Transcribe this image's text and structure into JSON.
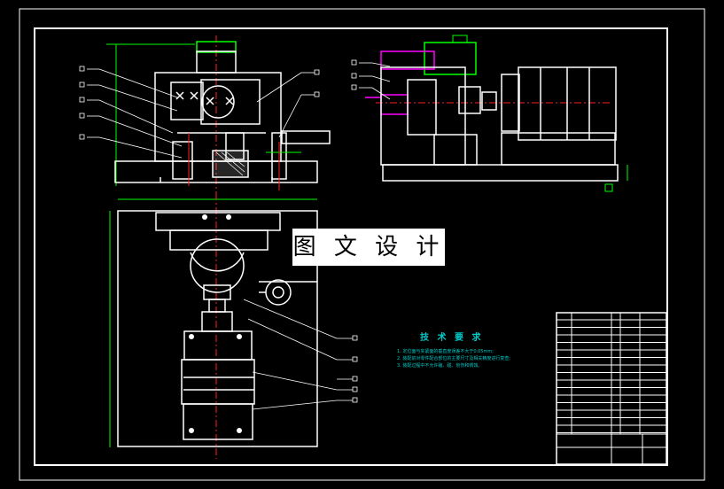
{
  "watermark": {
    "text": "图 文 设 计"
  },
  "technical_requirements": {
    "title": "技 术 要 求",
    "items": [
      "1. 定位面与夹紧面的垂直度误差不大于0.05mm;",
      "2. 装配前对零件配合部位的主要尺寸及相关精度进行复查;",
      "3. 装配过程中不允许磕、碰、划伤和锈蚀。"
    ]
  },
  "colors": {
    "background": "#000000",
    "lines": "#ffffff",
    "dimension": "#00ff00",
    "center_line": "#ff2020",
    "highlight": "#ff00ff",
    "annotation": "#00c8c8",
    "hatching": "#ffff00"
  }
}
